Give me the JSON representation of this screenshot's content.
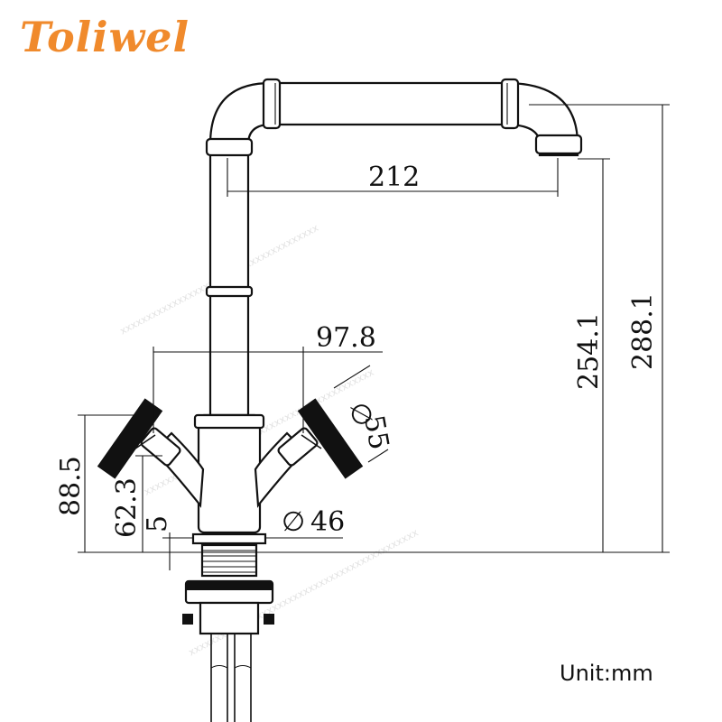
{
  "brand": {
    "logo_text": "Toliwel",
    "color": "#f08a2c"
  },
  "unit_label": "Unit:mm",
  "dimensions": {
    "spout_reach": "212",
    "handle_spacing": "97.8",
    "handle_diameter": "55",
    "base_diameter": "46",
    "total_height": "288.1",
    "spout_height": "254.1",
    "handle_height": "88.5",
    "body_height": "62.3",
    "base_thickness": "5",
    "diameter_symbol": "∅"
  }
}
